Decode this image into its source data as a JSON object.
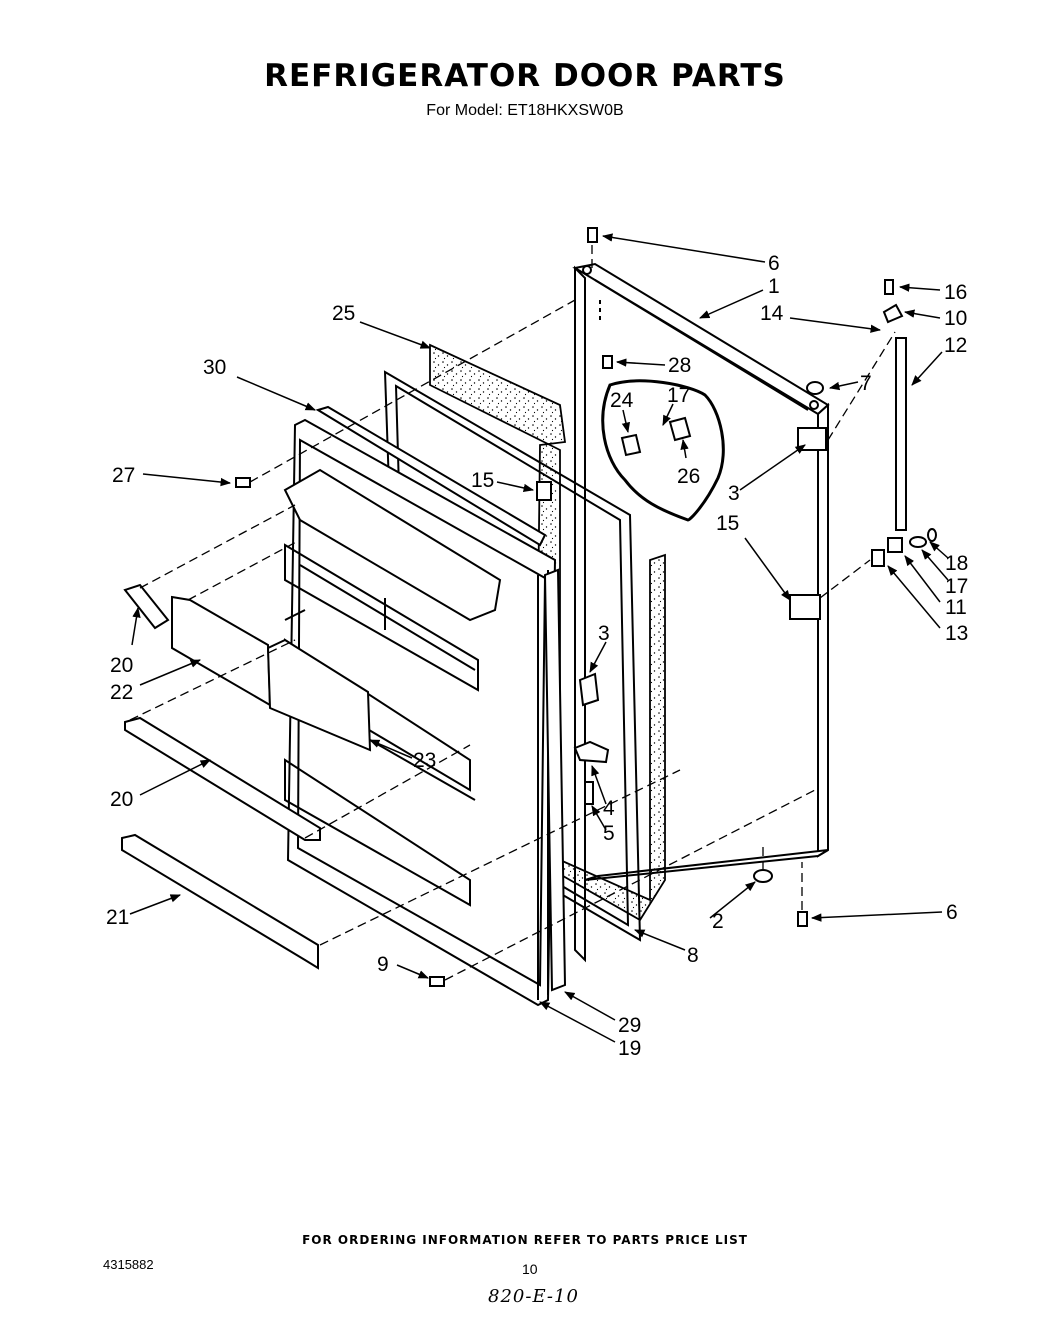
{
  "header": {
    "title": "REFRIGERATOR DOOR PARTS",
    "subtitle": "For Model: ET18HKXSW0B"
  },
  "callouts": [
    "6",
    "1",
    "16",
    "10",
    "14",
    "12",
    "7",
    "25",
    "28",
    "30",
    "24",
    "17",
    "27",
    "26",
    "3",
    "15",
    "15",
    "3",
    "18",
    "17",
    "11",
    "13",
    "20",
    "22",
    "23",
    "4",
    "5",
    "20",
    "2",
    "6",
    "21",
    "8",
    "9",
    "29",
    "19"
  ],
  "footer": {
    "ordering_note": "FOR ORDERING INFORMATION REFER TO PARTS PRICE LIST",
    "document_number": "4315882",
    "page_number": "10",
    "handwritten_note": "820-E-10"
  }
}
